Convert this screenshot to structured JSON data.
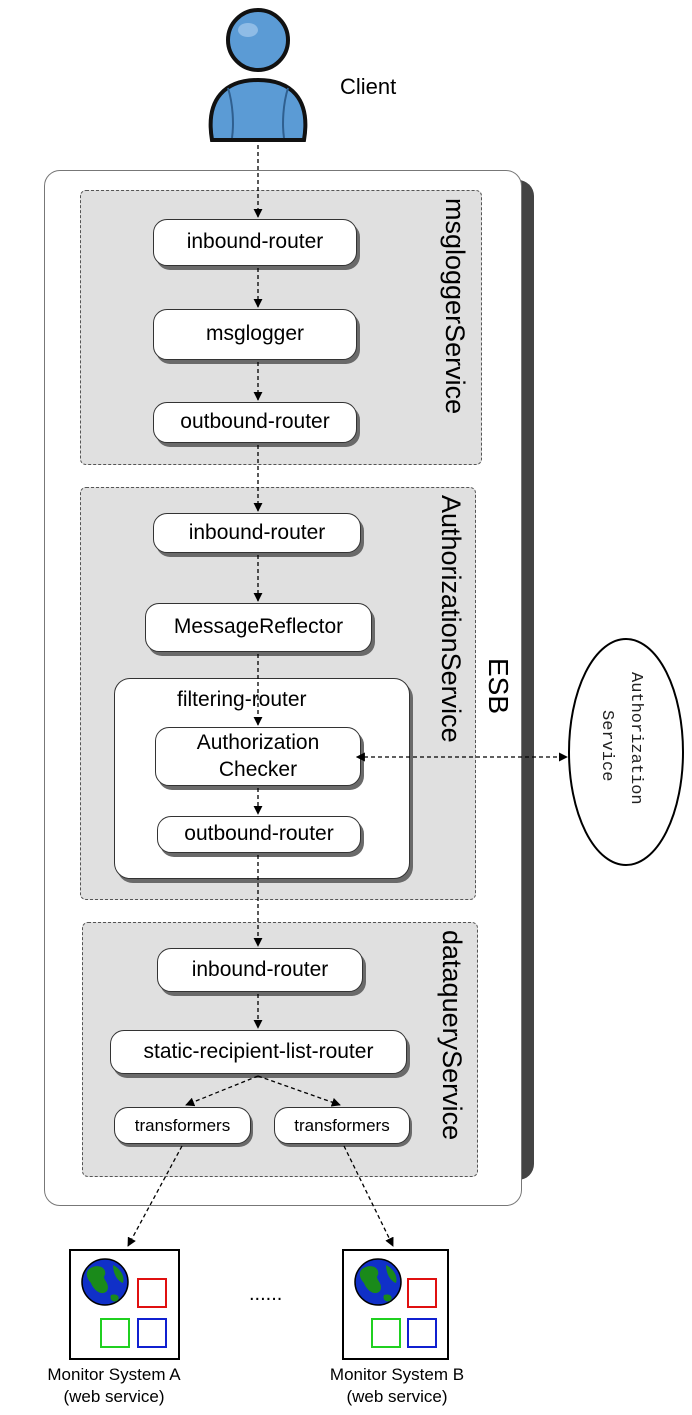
{
  "client": {
    "label": "Client"
  },
  "esb": {
    "label": "ESB"
  },
  "services": {
    "msglogger": {
      "title": "msgloggerService",
      "inbound": "inbound-router",
      "component": "msglogger",
      "outbound": "outbound-router"
    },
    "authorization": {
      "title": "AuthorizationService",
      "inbound": "inbound-router",
      "component": "MessageReflector",
      "filter": "filtering-router",
      "checker_line1": "Authorization",
      "checker_line2": "Checker",
      "outbound": "outbound-router"
    },
    "dataquery": {
      "title": "dataqueryService",
      "inbound": "inbound-router",
      "router": "static-recipient-list-router",
      "transformer_a": "transformers",
      "transformer_b": "transformers"
    }
  },
  "external_service": {
    "line1": "Authorization",
    "line2": "Service"
  },
  "monitors": {
    "ellipsis": "......",
    "a": {
      "name": "Monitor System A",
      "type": "(web service)"
    },
    "b": {
      "name": "Monitor System B",
      "type": "(web service)"
    }
  },
  "colors": {
    "panel": "#e0e0e0",
    "client_body": "#5b9bd5",
    "globe_land": "#1a8a1a",
    "globe_sea": "#1030c8",
    "square_red": "#e01010",
    "square_green": "#20d020",
    "square_blue": "#1020d0"
  }
}
